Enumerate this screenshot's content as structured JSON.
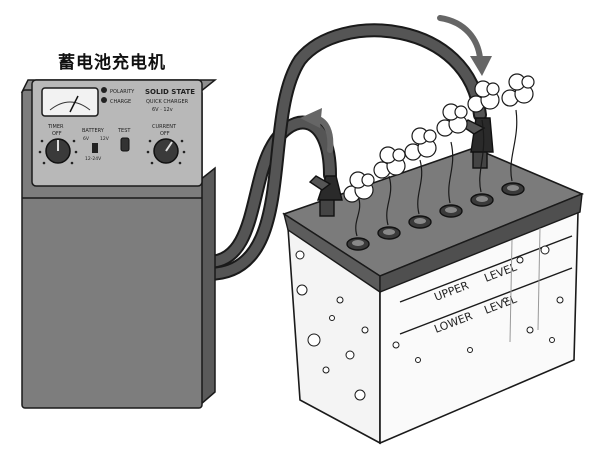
{
  "title": "蓄电池充电机",
  "charger": {
    "brand_line1": "SOLID STATE",
    "brand_line2": "QUICK CHARGER",
    "spec": "6V · 12v",
    "indicator_1": "POLARITY",
    "indicator_2": "CHARGE",
    "timer_label_1": "TIMER",
    "timer_label_2": "OFF",
    "battery_label": "BATTERY",
    "battery_6v": "6V",
    "battery_12v": "12V",
    "battery_range": "12-24V",
    "test_label": "TEST",
    "current_label_1": "CURRENT",
    "current_label_2": "OFF"
  },
  "battery": {
    "upper_level_1": "UPPER",
    "upper_level_2": "LEVEL",
    "lower_level_1": "LOWER",
    "lower_level_2": "LEVEL"
  },
  "colors": {
    "outline": "#1a1a1a",
    "charger_body": "#7a7a7a",
    "battery_lid": "#6a6a6a",
    "cable": "#4d4d4d"
  }
}
